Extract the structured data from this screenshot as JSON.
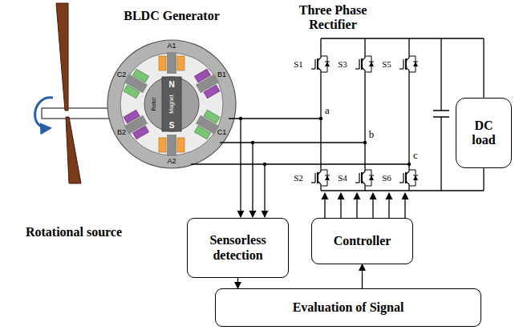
{
  "diagram": {
    "nodes": [
      {
        "text": [
          "DC load"
        ]
      },
      {
        "text": [
          "Sensorless detection"
        ]
      },
      {
        "text": [
          "Controller"
        ]
      },
      {
        "text": [
          "Evaluation of Signal"
        ]
      }
    ],
    "edges": [
      {
        "from": 1,
        "to": 3,
        "arrow": "to"
      },
      {
        "from": 3,
        "to": 2,
        "arrow": "to"
      }
    ],
    "labels": [
      "Rotational source",
      "BLDC Generator",
      "Three Phase Rectifier",
      "A1",
      "B1",
      "C1",
      "A2",
      "B2",
      "C2",
      "Rotor",
      "Magnet",
      "N",
      "S",
      "S1",
      "S3",
      "S5",
      "S2",
      "S4",
      "S6",
      "a",
      "b",
      "c"
    ]
  }
}
